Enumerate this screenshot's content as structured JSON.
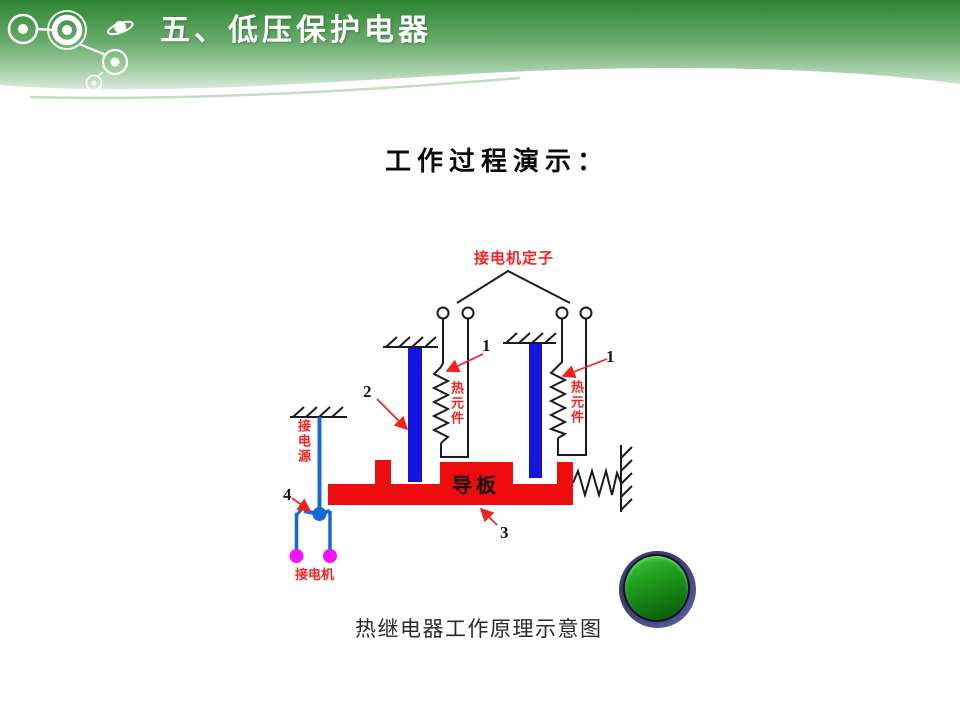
{
  "header": {
    "title": "五、低压保护电器"
  },
  "subtitle": "工作过程演示：",
  "diagram": {
    "stator_label": "接电机定子",
    "heater_label_left": "热元件",
    "heater_label_right": "热元件",
    "power_label": "接电源",
    "motor_label": "接电机",
    "guide_plate_label": "导板",
    "callout_1_left": "1",
    "callout_1_right": "1",
    "callout_2": "2",
    "callout_3": "3",
    "callout_4": "4",
    "caption": "热继电器工作原理示意图"
  },
  "colors": {
    "header_green_top": "#2e8633",
    "header_green_bottom": "#cfe4d0",
    "label_red": "#f82222",
    "arrow_red": "#f42121",
    "guide_plate_red": "#ee0d0d",
    "bimetal_blue": "#1414dd",
    "contact_magenta": "#f512f5",
    "line_black": "#1c1c1c",
    "button_face_green": "#1d9a1d",
    "button_ring_blue": "#3a3a70"
  }
}
